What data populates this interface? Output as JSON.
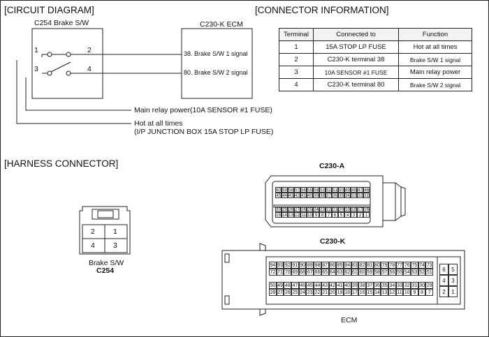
{
  "circuit": {
    "title": "[CIRCUIT DIAGRAM]",
    "switch_label": "C254 Brake S/W",
    "ecm_label": "C230-K ECM",
    "pins": [
      "1",
      "2",
      "3",
      "4"
    ],
    "signal_1": "38. Brake S/W 1 signal",
    "signal_2": "80. Brake S/W 2 signal",
    "wire_main_relay": "Main relay power(10A SENSOR #1 FUSE)",
    "wire_hot_line1": "Hot at all times",
    "wire_hot_line2": "(I/P JUNCTION BOX 15A STOP LP FUSE)"
  },
  "connector_info": {
    "title": "[CONNECTOR INFORMATION]",
    "headers": [
      "Terminal",
      "Connected to",
      "Function"
    ],
    "rows": [
      {
        "terminal": "1",
        "connected_to": "15A STOP LP FUSE",
        "function": "Hot at all times"
      },
      {
        "terminal": "2",
        "connected_to": "C230-K terminal 38",
        "function": "Brake S/W 1 signal"
      },
      {
        "terminal": "3",
        "connected_to": "10A SENSOR #1 FUSE",
        "function": "Main relay power"
      },
      {
        "terminal": "4",
        "connected_to": "C230-K terminal 80",
        "function": "Brake S/W 2 signal"
      }
    ]
  },
  "harness": {
    "title": "[HARNESS CONNECTOR]",
    "brake_pins": [
      "2",
      "1",
      "4",
      "3"
    ],
    "brake_caption": "Brake S/W",
    "brake_code": "C254",
    "c230a_label": "C230-A",
    "c230k_label": "C230-K",
    "ecm_caption": "ECM",
    "c230a_row1": [
      "60",
      "59",
      "58",
      "57",
      "56",
      "55",
      "54",
      "53",
      "52",
      "51",
      "50",
      "49",
      "48",
      "47",
      "46"
    ],
    "c230a_row2": [
      "45",
      "44",
      "43",
      "42",
      "41",
      "40",
      "39",
      "38",
      "37",
      "36",
      "35",
      "34",
      "33",
      "32",
      "31"
    ],
    "c230a_row3": [
      "30",
      "29",
      "28",
      "27",
      "26",
      "25",
      "24",
      "23",
      "22",
      "21",
      "20",
      "19",
      "18",
      "17",
      "16"
    ],
    "c230a_row4": [
      "15",
      "14",
      "13",
      "12",
      "11",
      "10",
      "9",
      "8",
      "7",
      "6",
      "5",
      "4",
      "3",
      "2",
      "1"
    ],
    "c230k_row1": [
      "94",
      "93",
      "92",
      "91",
      "90",
      "89",
      "88",
      "87",
      "86",
      "85",
      "84",
      "83",
      "82",
      "81",
      "80",
      "79",
      "78",
      "77",
      "76",
      "75",
      "74",
      "73"
    ],
    "c230k_row2": [
      "72",
      "71",
      "70",
      "69",
      "68",
      "67",
      "66",
      "65",
      "64",
      "63",
      "62",
      "61",
      "60",
      "59",
      "58",
      "57",
      "56",
      "55",
      "54",
      "53",
      "52",
      "51"
    ],
    "c230k_row3": [
      "50",
      "49",
      "48",
      "47",
      "46",
      "45",
      "44",
      "43",
      "42",
      "41",
      "40",
      "39",
      "38",
      "37",
      "36",
      "35",
      "34",
      "33",
      "32",
      "31",
      "30",
      "29"
    ],
    "c230k_row4": [
      "28",
      "27",
      "26",
      "25",
      "24",
      "23",
      "22",
      "21",
      "20",
      "19",
      "18",
      "17",
      "16",
      "15",
      "14",
      "13",
      "12",
      "11",
      "10",
      "9",
      "8",
      "7"
    ],
    "c230k_side": [
      "6",
      "5",
      "4",
      "3",
      "2",
      "1"
    ]
  }
}
